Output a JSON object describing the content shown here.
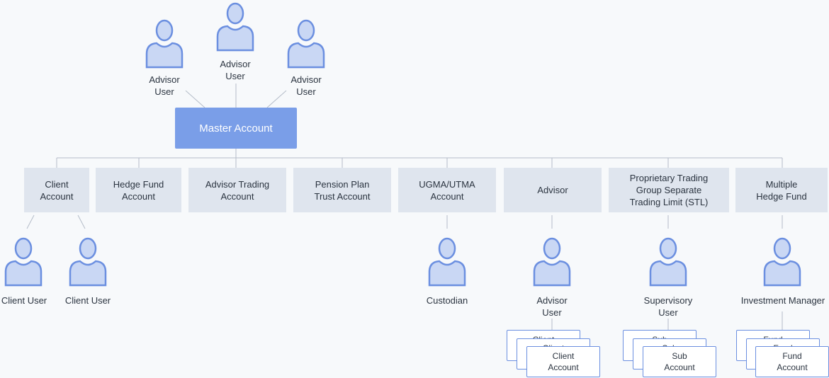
{
  "colors": {
    "icon_fill": "#c9d7f4",
    "icon_stroke": "#6b8fe0",
    "master": "#7a9ee8",
    "account_box": "#dfe5ee",
    "line": "#b4bcc8"
  },
  "top_users": [
    {
      "line1": "Advisor",
      "line2": "User"
    },
    {
      "line1": "Advisor",
      "line2": "User"
    },
    {
      "line1": "Advisor",
      "line2": "User"
    }
  ],
  "master": {
    "label": "Master Account"
  },
  "accounts": [
    {
      "line1": "Client",
      "line2": "Account"
    },
    {
      "line1": "Hedge Fund",
      "line2": "Account"
    },
    {
      "line1": "Advisor Trading",
      "line2": "Account"
    },
    {
      "line1": "Pension Plan",
      "line2": "Trust Account"
    },
    {
      "line1": "UGMA/UTMA",
      "line2": "Account"
    },
    {
      "line1": "Advisor",
      "line2": ""
    },
    {
      "line1": "Proprietary Trading",
      "line2": "Group Separate",
      "line3": "Trading Limit (STL)"
    },
    {
      "line1": "Multiple",
      "line2": "Hedge Fund"
    }
  ],
  "sub_users": {
    "client_user_1": "Client User",
    "client_user_2": "Client User",
    "custodian": "Custodian",
    "advisor_user": {
      "line1": "Advisor",
      "line2": "User"
    },
    "supervisory_user": {
      "line1": "Supervisory",
      "line2": "User"
    },
    "investment_manager": "Investment Manager"
  },
  "stacks": {
    "client": {
      "line1": "Client",
      "line2": "Account"
    },
    "sub": {
      "line1": "Sub",
      "line2": "Account"
    },
    "fund": {
      "line1": "Fund",
      "line2": "Account"
    }
  }
}
